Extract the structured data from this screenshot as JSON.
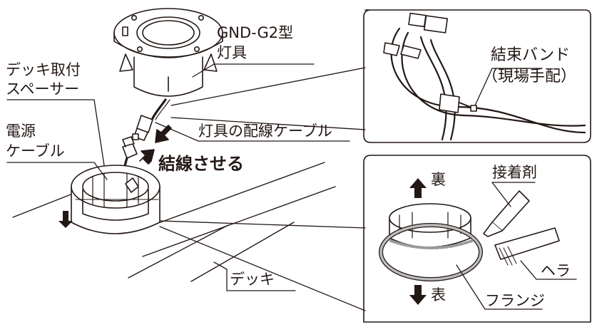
{
  "labels": {
    "fixture_model": "GND-G2型",
    "fixture": "灯具",
    "spacer_line1": "デッキ取付",
    "spacer_line2": "スペーサー",
    "power_cable_line1": "電源",
    "power_cable_line2": "ケーブル",
    "fixture_cable": "灯具の配線ケーブル",
    "connect": "結線させる",
    "deck": "デッキ",
    "cable_tie_line1": "結束バンド",
    "cable_tie_line2": "（現場手配）",
    "back": "裏",
    "adhesive": "接着剤",
    "spatula": "ヘラ",
    "front": "表",
    "flange": "フランジ"
  },
  "colors": {
    "line": "#231815",
    "fill": "#ffffff",
    "shade": "#bdbdbd"
  }
}
